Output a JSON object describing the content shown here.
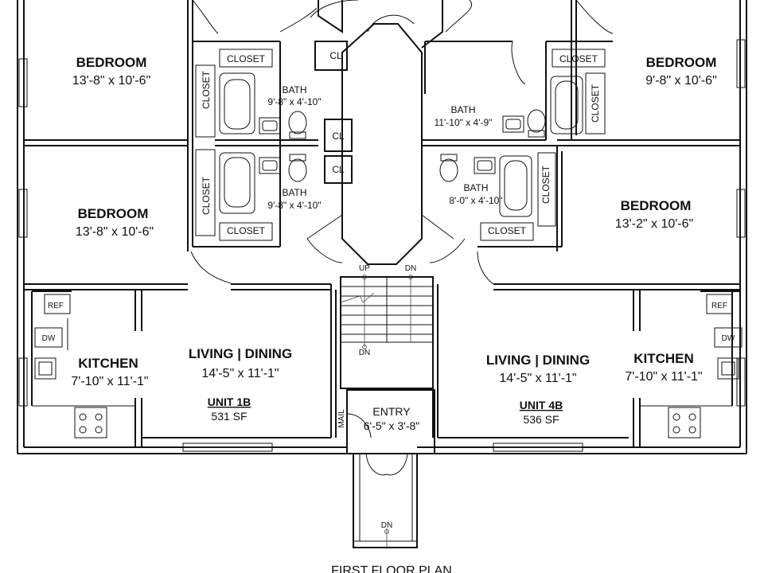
{
  "plan": {
    "title": "FIRST FLOOR PLAN",
    "rooms": {
      "bedroom_tl": {
        "name": "BEDROOM",
        "dims": "13'-8\" x 10'-6\""
      },
      "bedroom_ml": {
        "name": "BEDROOM",
        "dims": "13'-8\" x 10'-6\""
      },
      "bedroom_tr": {
        "name": "BEDROOM",
        "dims": "9'-8\" x 10'-6\""
      },
      "bedroom_mr": {
        "name": "BEDROOM",
        "dims": "13'-2\" x 10'-6\""
      },
      "bath_tl": {
        "name": "BATH",
        "dims": "9'-8\" x 4'-10\""
      },
      "bath_ml": {
        "name": "BATH",
        "dims": "9'-8\" x 4'-10\""
      },
      "bath_tr": {
        "name": "BATH",
        "dims": "11'-10\" x 4'-9\""
      },
      "bath_mr": {
        "name": "BATH",
        "dims": "8'-0\" x 4'-10\""
      },
      "kitchen_l": {
        "name": "KITCHEN",
        "dims": "7'-10\" x 11'-1\""
      },
      "kitchen_r": {
        "name": "KITCHEN",
        "dims": "7'-10\" x 11'-1\""
      },
      "living_l": {
        "name": "LIVING | DINING",
        "dims": "14'-5\" x 11'-1\""
      },
      "living_r": {
        "name": "LIVING | DINING",
        "dims": "14'-5\" x 11'-1\""
      },
      "entry": {
        "name": "ENTRY",
        "dims": "6'-5\" x 3'-8\""
      }
    },
    "units": {
      "left": {
        "name": "UNIT 1B",
        "area": "531 SF"
      },
      "right": {
        "name": "UNIT 4B",
        "area": "536 SF"
      }
    },
    "labels": {
      "closet": "CLOSET",
      "cl": "CL",
      "ref": "REF",
      "dw": "DW",
      "up": "UP",
      "dn": "DN",
      "mail": "MAIL"
    }
  }
}
